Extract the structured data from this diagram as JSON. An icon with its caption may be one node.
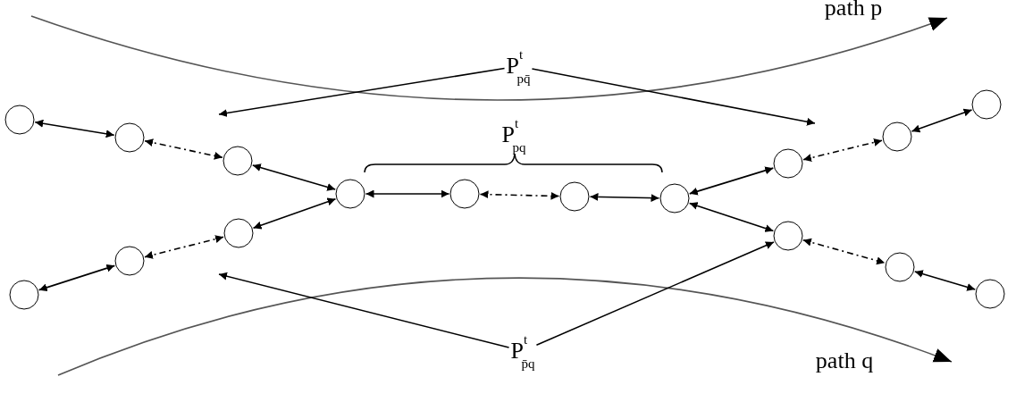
{
  "diagram": {
    "nodes": [
      {
        "text": [
          "P$^{t}$$_{pq̄}$"
        ]
      },
      {
        "text": [],
        "shape": "circle"
      },
      {
        "text": [],
        "shape": "circle"
      },
      {
        "text": [],
        "shape": "circle"
      },
      {
        "text": [],
        "shape": "circle"
      },
      {
        "text": [],
        "shape": "circle"
      },
      {
        "text": [],
        "shape": "circle"
      },
      {
        "text": [],
        "shape": "circle"
      },
      {
        "text": [],
        "shape": "circle"
      },
      {
        "text": [],
        "shape": "circle"
      },
      {
        "text": [],
        "shape": "circle"
      },
      {
        "text": [],
        "shape": "circle"
      },
      {
        "text": [],
        "shape": "circle"
      },
      {
        "text": [],
        "shape": "circle"
      },
      {
        "text": [],
        "shape": "circle"
      },
      {
        "text": [],
        "shape": "circle"
      },
      {
        "text": [],
        "shape": "circle"
      },
      {
        "text": [
          "P$^{t}$$_{p̄q}$"
        ]
      }
    ],
    "edges": [
      {
        "from": 1,
        "to": 3,
        "arrow": "both"
      },
      {
        "from": 3,
        "to": 5,
        "arrow": "both",
        "style": "dashed"
      },
      {
        "from": 5,
        "to": 7,
        "arrow": "both"
      },
      {
        "from": 15,
        "to": 13,
        "arrow": "both"
      },
      {
        "from": 13,
        "to": 11,
        "arrow": "both",
        "style": "dashed"
      },
      {
        "from": 11,
        "to": 7,
        "arrow": "both"
      },
      {
        "from": 7,
        "to": 8,
        "arrow": "both"
      },
      {
        "from": 8,
        "to": 9,
        "arrow": "both",
        "style": "dashed"
      },
      {
        "from": 9,
        "to": 10,
        "arrow": "both"
      },
      {
        "from": 10,
        "to": 6,
        "arrow": "both"
      },
      {
        "from": 6,
        "to": 4,
        "arrow": "both",
        "style": "dashed"
      },
      {
        "from": 4,
        "to": 2,
        "arrow": "both"
      },
      {
        "from": 10,
        "to": 12,
        "arrow": "both"
      },
      {
        "from": 12,
        "to": 14,
        "arrow": "both",
        "style": "dashed"
      },
      {
        "from": 14,
        "to": 16,
        "arrow": "both"
      },
      {
        "from": 0,
        "to": null,
        "arrow": "to"
      },
      {
        "from": 0,
        "to": null,
        "arrow": "to"
      },
      {
        "from": 17,
        "to": null,
        "arrow": "to"
      },
      {
        "from": 17,
        "to": 12,
        "arrow": "to"
      }
    ],
    "labels": [
      "path p",
      "P$^{t}$$_{pq}$",
      "path q"
    ]
  }
}
